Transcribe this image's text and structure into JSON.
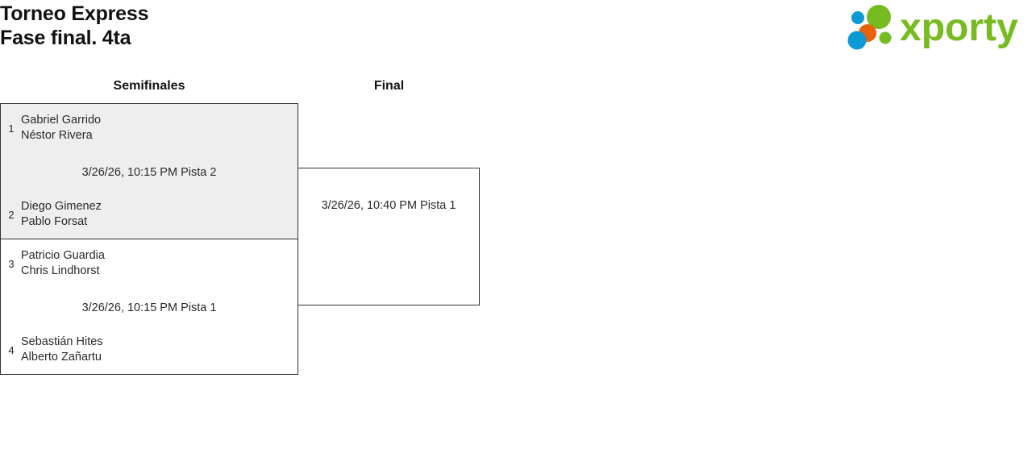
{
  "header": {
    "tournament_title": "Torneo Express",
    "phase_title": "Fase final. 4ta",
    "logo": {
      "wordmark": "xporty",
      "green": "#76bc21",
      "blue": "#0c9ad7",
      "orange": "#e8620c"
    }
  },
  "bracket": {
    "rounds": [
      {
        "label": "Semifinales"
      },
      {
        "label": "Final"
      }
    ],
    "matches": [
      {
        "round": "Semifinales",
        "highlighted": true,
        "info": "3/26/26, 10:15 PM Pista 2",
        "teams": [
          {
            "seed": "1",
            "players": [
              "Gabriel Garrido",
              "Néstor Rivera"
            ]
          },
          {
            "seed": "2",
            "players": [
              "Diego Gimenez",
              "Pablo Forsat"
            ]
          }
        ]
      },
      {
        "round": "Semifinales",
        "highlighted": false,
        "info": "3/26/26, 10:15 PM Pista 1",
        "teams": [
          {
            "seed": "3",
            "players": [
              "Patricio Guardia",
              "Chris Lindhorst"
            ]
          },
          {
            "seed": "4",
            "players": [
              "Sebastián Hites",
              "Alberto Zañartu"
            ]
          }
        ]
      },
      {
        "round": "Final",
        "highlighted": false,
        "info": "3/26/26, 10:40 PM Pista 1",
        "teams": [
          {
            "seed": "",
            "players": [
              "",
              ""
            ]
          },
          {
            "seed": "",
            "players": [
              "",
              ""
            ]
          }
        ]
      }
    ]
  }
}
